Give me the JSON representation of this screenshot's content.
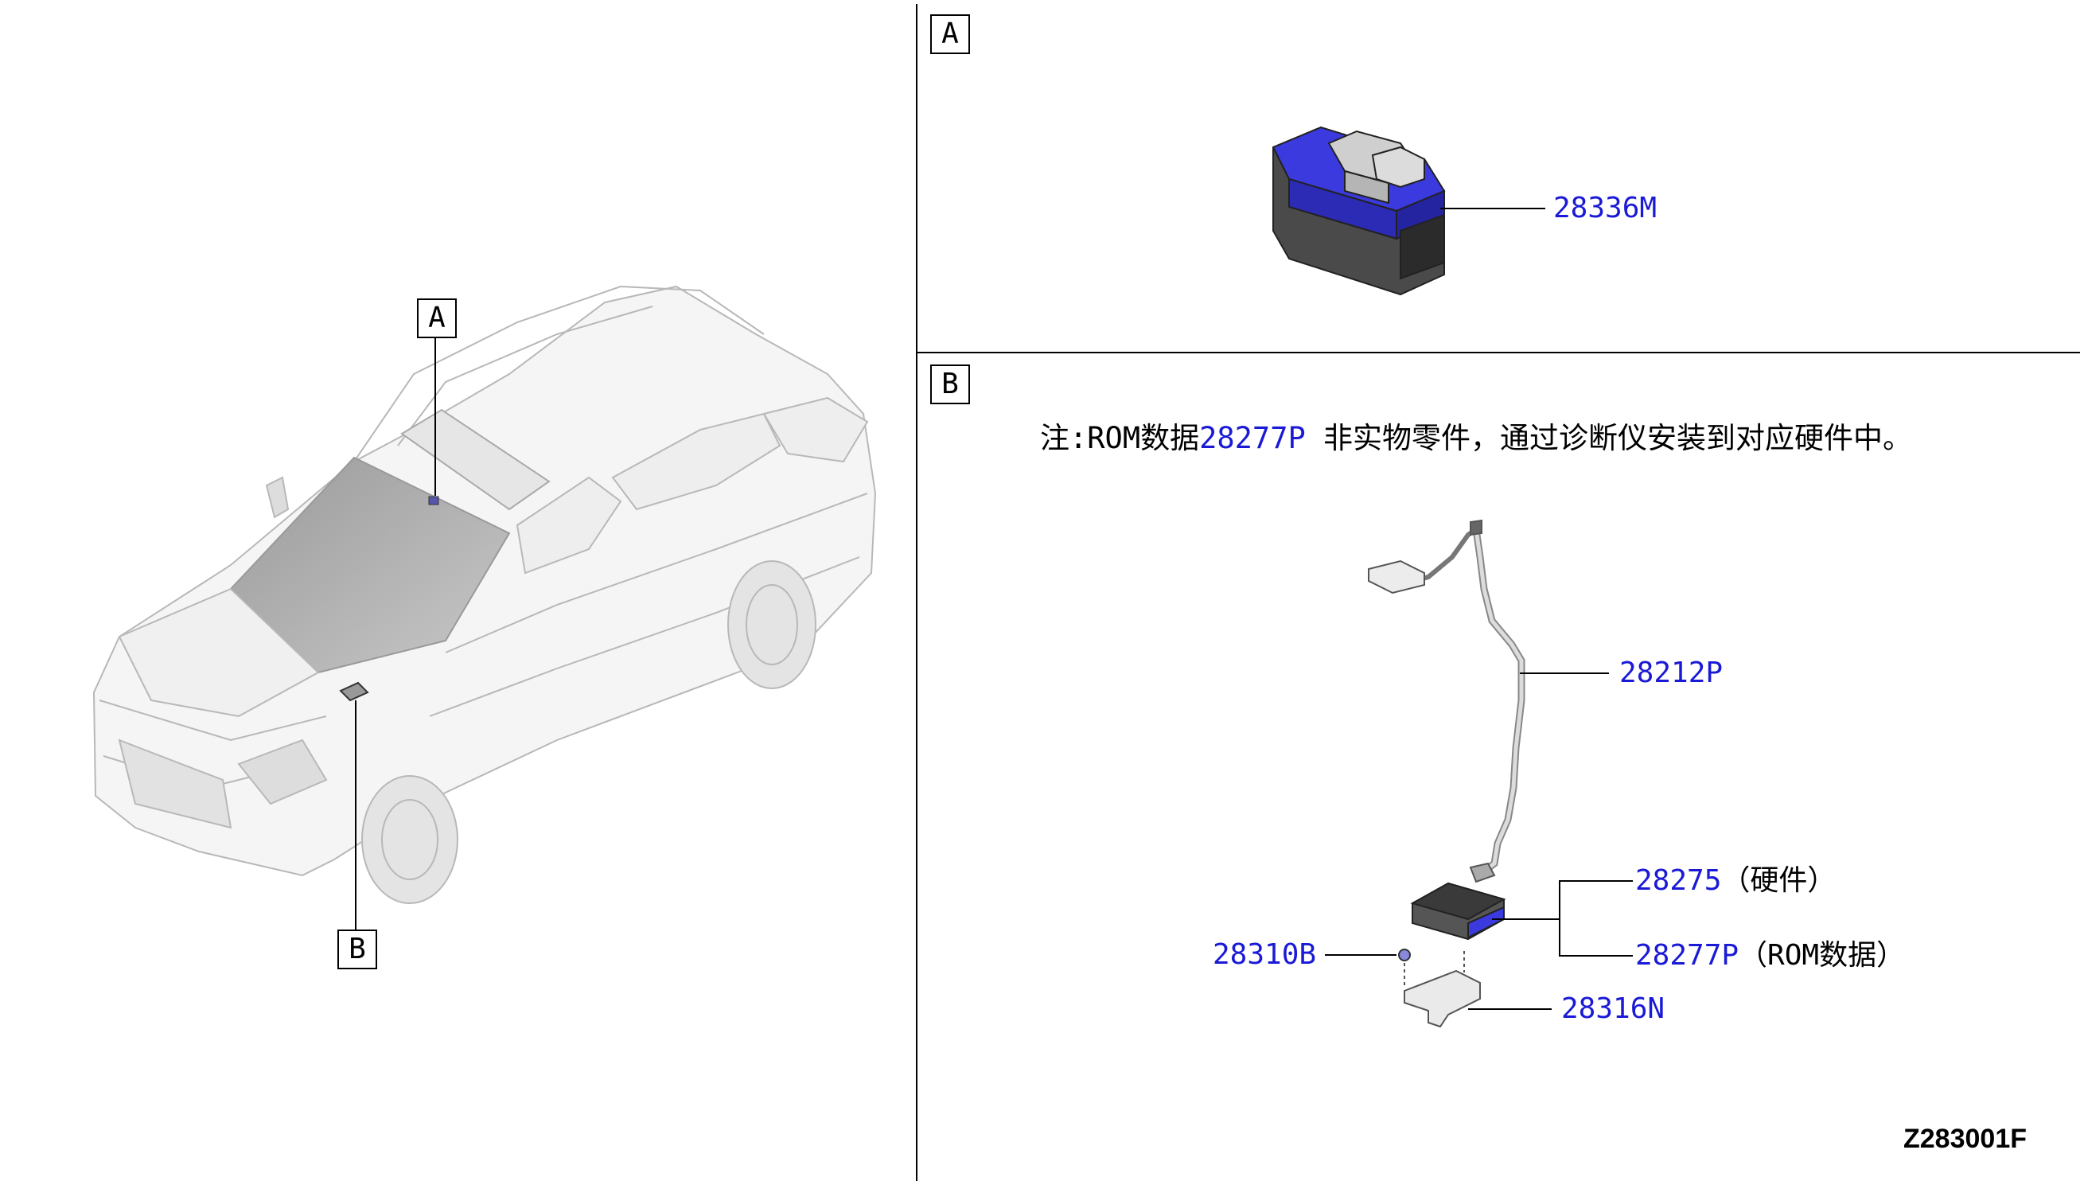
{
  "diagram": {
    "car_callouts": {
      "a": "A",
      "b": "B"
    },
    "section_a": {
      "marker": "A",
      "parts": [
        {
          "number": "28336M"
        }
      ]
    },
    "section_b": {
      "marker": "B",
      "note": {
        "prefix": "注:ROM数据",
        "part": "28277P",
        "suffix": " 非实物零件，通过诊断仪安装到对应硬件中。"
      },
      "parts": [
        {
          "number": "28212P",
          "suffix": ""
        },
        {
          "number": "28275",
          "suffix": "（硬件）"
        },
        {
          "number": "28277P",
          "suffix": "（ROM数据）"
        },
        {
          "number": "28310B",
          "suffix": ""
        },
        {
          "number": "28316N",
          "suffix": ""
        }
      ]
    },
    "drawing_code": "Z283001F",
    "colors": {
      "part_number": "#1a1ad6",
      "module_blue": "#3a3adf",
      "module_dark": "#4a4a4a"
    }
  }
}
